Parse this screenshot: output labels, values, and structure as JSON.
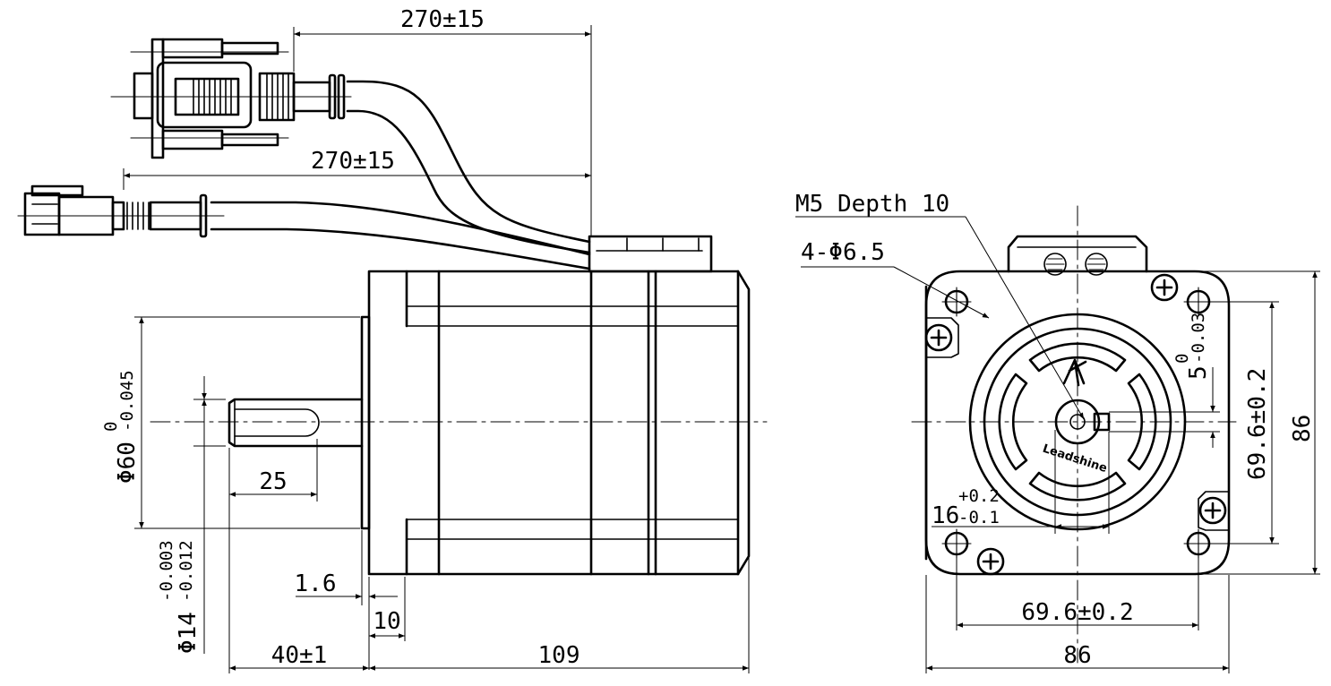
{
  "dimensions": {
    "cable1_length": "270±15",
    "cable2_length": "270±15",
    "thread_note": "M5 Depth 10",
    "mount_holes": "4-Φ6.5",
    "pilot_diameter_main": "Φ60",
    "pilot_diameter_upper": "0",
    "pilot_diameter_lower": "-0.045",
    "shaft_diameter_main": "Φ14",
    "shaft_diameter_upper": "-0.003",
    "shaft_diameter_lower": "-0.012",
    "key_length": "25",
    "flange_step": "1.6",
    "flange_thickness": "10",
    "shaft_length": "40±1",
    "body_length": "109",
    "key_width_main": "5",
    "key_width_upper": "0",
    "key_width_lower": "-0.03",
    "key_height_main": "16",
    "key_height_upper": "+0.2",
    "key_height_lower": "-0.1",
    "bolt_spacing_vertical": "69.6±0.2",
    "bolt_spacing_horizontal": "69.6±0.2",
    "frame_height": "86",
    "frame_width": "86"
  },
  "logo": {
    "brand": "Leadshine"
  }
}
